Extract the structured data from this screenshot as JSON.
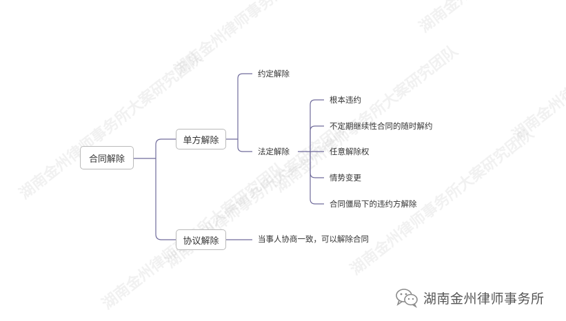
{
  "mindmap": {
    "root": {
      "label": "合同解除"
    },
    "branches": [
      {
        "label": "单方解除",
        "children": [
          {
            "label": "约定解除"
          },
          {
            "label": "法定解除",
            "children": [
              {
                "label": "根本违约"
              },
              {
                "label": "不定期继续性合同的随时解约"
              },
              {
                "label": "任意解除权"
              },
              {
                "label": "情势变更"
              },
              {
                "label": "合同僵局下的违约方解除"
              }
            ]
          }
        ]
      },
      {
        "label": "协议解除",
        "children": [
          {
            "label": "当事人协商一致，可以解除合同"
          }
        ]
      }
    ]
  },
  "watermark": {
    "text": "湖南金州律师事务所大案研究团队"
  },
  "brand": {
    "name": "湖南金州律师事务所",
    "icon": "wechat-icon"
  },
  "colors": {
    "connector": "#6f6a9a",
    "box_border": "#b9b9b9",
    "text": "#333333"
  }
}
